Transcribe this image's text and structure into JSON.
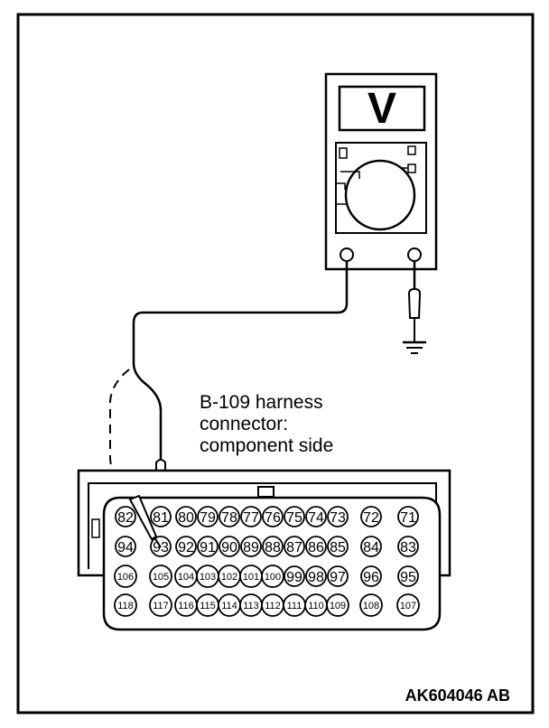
{
  "meter": {
    "display_symbol": "V"
  },
  "connector_label": {
    "line1": "B-109 harness",
    "line2": "connector:",
    "line3": "component side"
  },
  "figure_id": "AK604046 AB",
  "pins": {
    "row1": [
      "82",
      "81",
      "80",
      "79",
      "78",
      "77",
      "76",
      "75",
      "74",
      "73",
      "72",
      "71"
    ],
    "row2": [
      "94",
      "93",
      "92",
      "91",
      "90",
      "89",
      "88",
      "87",
      "86",
      "85",
      "84",
      "83"
    ],
    "row3": [
      "106",
      "105",
      "104",
      "103",
      "102",
      "101",
      "100",
      "99",
      "98",
      "97",
      "96",
      "95"
    ],
    "row4": [
      "118",
      "117",
      "116",
      "115",
      "114",
      "113",
      "112",
      "111",
      "110",
      "109",
      "108",
      "107"
    ]
  },
  "probed_pin": "93"
}
